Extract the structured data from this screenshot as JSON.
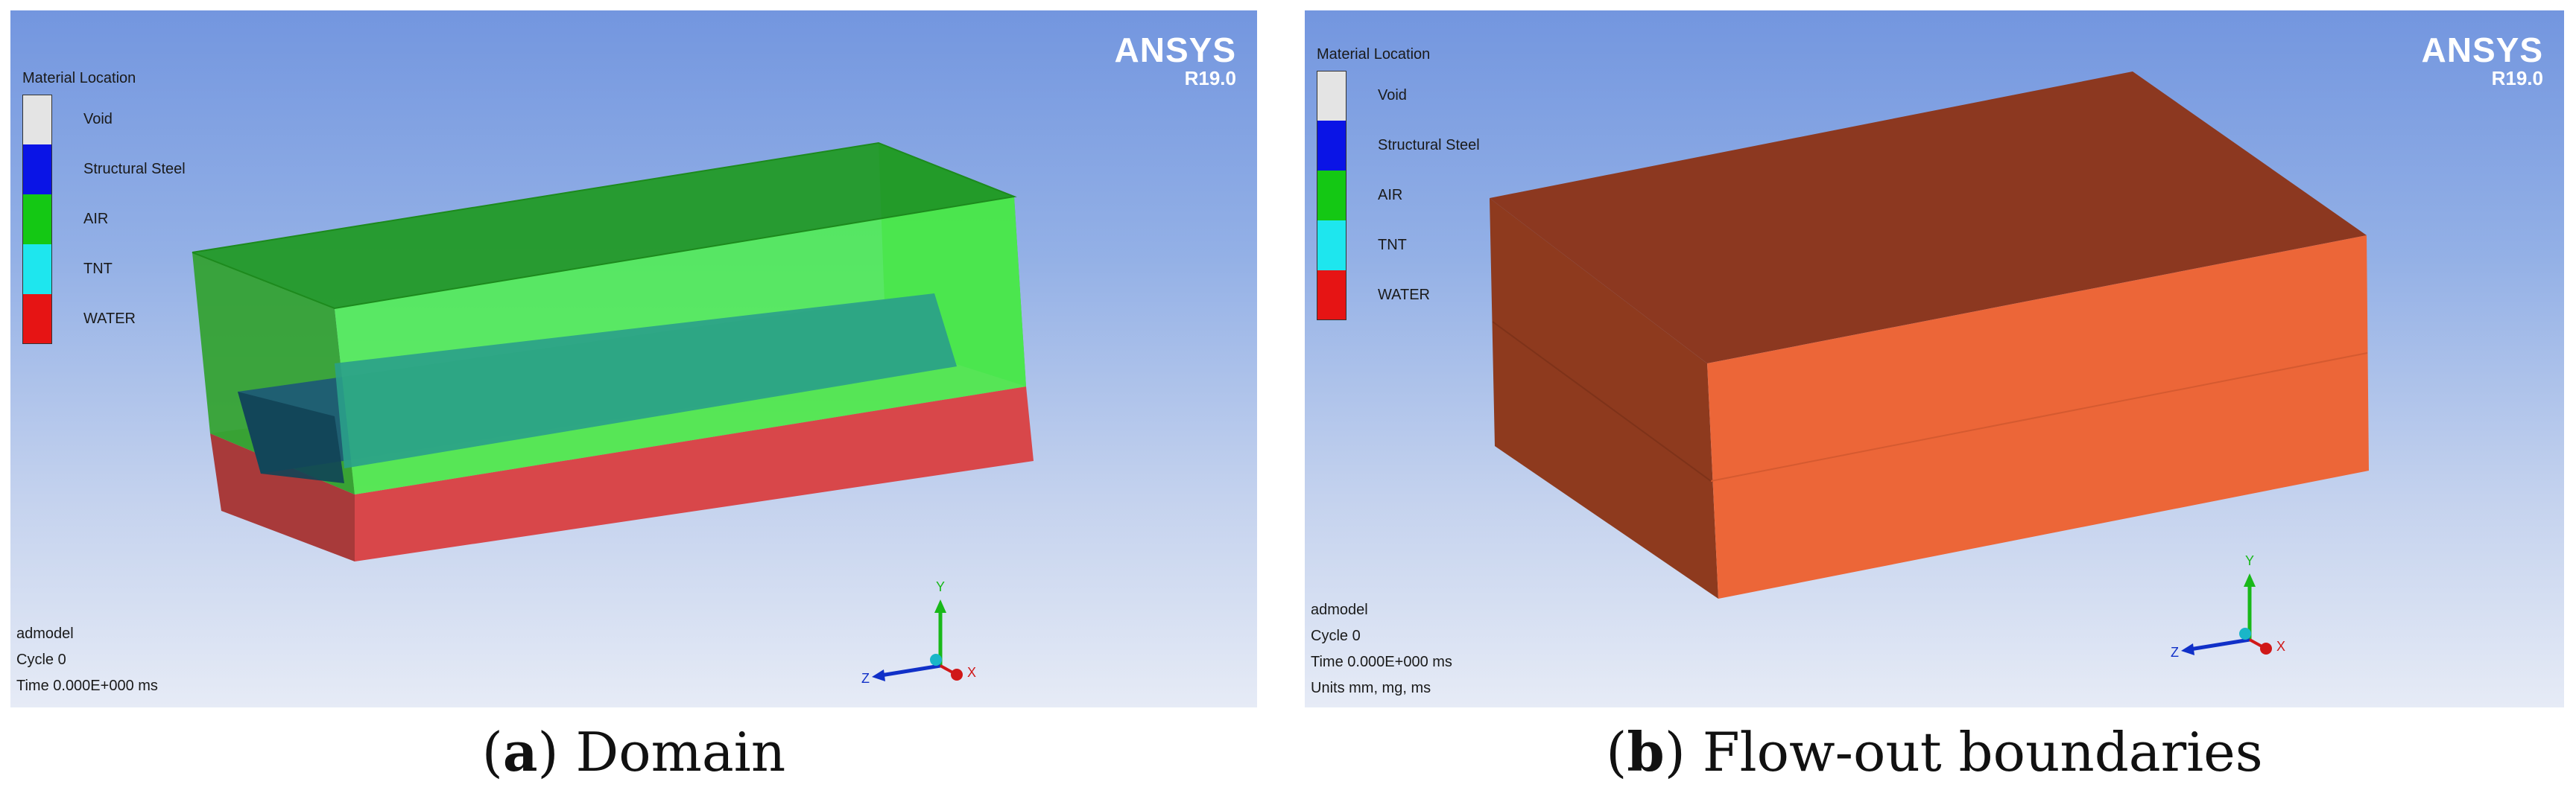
{
  "panels": [
    {
      "brand": "ANSYS",
      "version": "R19.0",
      "legend_title": "Material Location",
      "legend": [
        {
          "label": "Void",
          "color": "#e4e4e4"
        },
        {
          "label": "Structural Steel",
          "color": "#0a14e6"
        },
        {
          "label": "AIR",
          "color": "#14c814"
        },
        {
          "label": "TNT",
          "color": "#1ee6ee"
        },
        {
          "label": "WATER",
          "color": "#e61414"
        }
      ],
      "info": [
        "admodel",
        "Cycle 0",
        "Time 0.000E+000 ms"
      ],
      "caption_letter": "a",
      "caption_text": "Domain"
    },
    {
      "brand": "ANSYS",
      "version": "R19.0",
      "legend_title": "Material Location",
      "legend": [
        {
          "label": "Void",
          "color": "#e4e4e4"
        },
        {
          "label": "Structural Steel",
          "color": "#0a14e6"
        },
        {
          "label": "AIR",
          "color": "#14c814"
        },
        {
          "label": "TNT",
          "color": "#1ee6ee"
        },
        {
          "label": "WATER",
          "color": "#e61414"
        }
      ],
      "info": [
        "admodel",
        "Cycle 0",
        "Time 0.000E+000 ms",
        "Units mm, mg, ms"
      ],
      "caption_letter": "b",
      "caption_text": "Flow-out boundaries"
    }
  ],
  "axes": {
    "y": "Y",
    "z": "Z",
    "x": "X"
  },
  "colors": {
    "axis_y": "#19b819",
    "axis_z": "#1030c8",
    "axis_x": "#d01818",
    "origin": "#19b6c8",
    "boundary_top": "#8c3820",
    "boundary_left": "#8e3a1e",
    "boundary_front": "#ec6638"
  }
}
